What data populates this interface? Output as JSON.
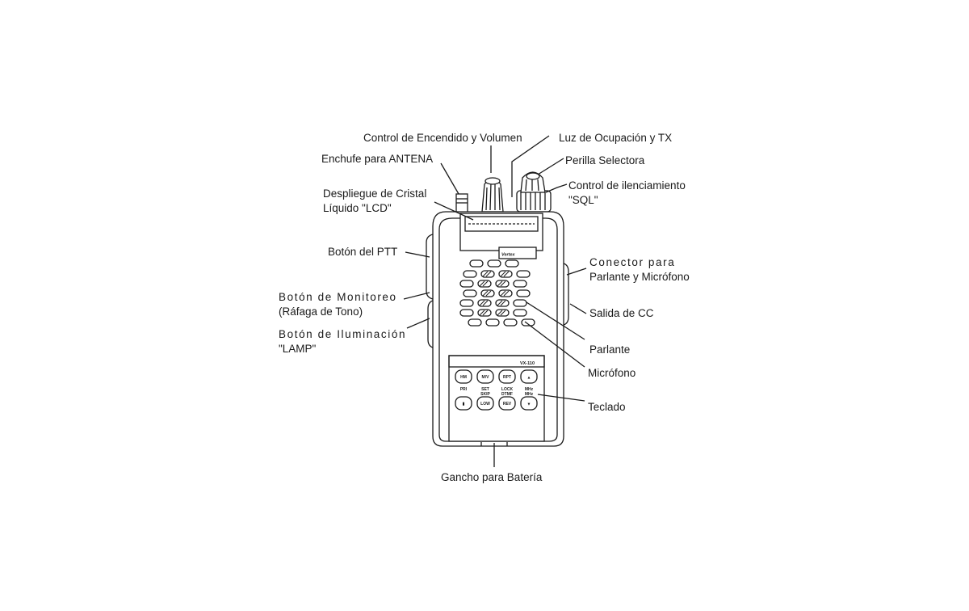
{
  "labels": {
    "volume": "Control de Encendido y Volumen",
    "busy_tx": "Luz de Ocupación y TX",
    "antenna": "Enchufe para ANTENA",
    "selector": "Perilla Selectora",
    "squelch_1": "Control de ilenciamiento",
    "squelch_2": "\"SQL\"",
    "lcd_1": "Despliegue de Cristal",
    "lcd_2": "Líquido \"LCD\"",
    "ptt": "Botón del PTT",
    "monitor_1": "Botón de Monitoreo",
    "monitor_2": "(Ráfaga de Tono)",
    "lamp_1": "Botón de Iluminación",
    "lamp_2": "\"LAMP\"",
    "connector_1": "Conector para",
    "connector_2": "Parlante y Micrófono",
    "dc_out": "Salida de CC",
    "speaker": "Parlante",
    "microphone": "Micrófono",
    "keypad": "Teclado",
    "battery_hook": "Gancho para Batería"
  },
  "radio": {
    "brand": "Vertex",
    "model": "VX-110",
    "keys_top": [
      "HM",
      "M/V",
      "RPT",
      "▲"
    ],
    "keys_top_sub": [
      "PRI",
      "SET",
      "LOCK",
      "MHz"
    ],
    "keys_bottom_top": [
      "",
      "SKIP",
      "DTMF",
      "MHz"
    ],
    "keys_bottom": [
      "▮",
      "LOW",
      "REV",
      "▼"
    ]
  }
}
